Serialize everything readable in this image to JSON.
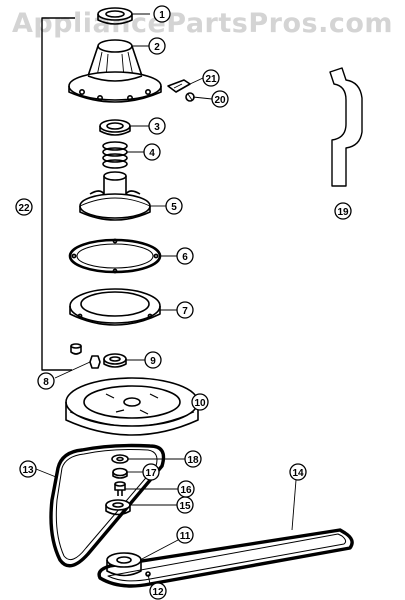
{
  "watermark": "AppliancePartsPros.com",
  "callouts": [
    {
      "id": "c1",
      "label": "1"
    },
    {
      "id": "c2",
      "label": "2"
    },
    {
      "id": "c3",
      "label": "3"
    },
    {
      "id": "c4",
      "label": "4"
    },
    {
      "id": "c5",
      "label": "5"
    },
    {
      "id": "c6",
      "label": "6"
    },
    {
      "id": "c7",
      "label": "7"
    },
    {
      "id": "c8",
      "label": "8"
    },
    {
      "id": "c9",
      "label": "9"
    },
    {
      "id": "c10",
      "label": "10"
    },
    {
      "id": "c11",
      "label": "11"
    },
    {
      "id": "c12",
      "label": "12"
    },
    {
      "id": "c13",
      "label": "13"
    },
    {
      "id": "c14",
      "label": "14"
    },
    {
      "id": "c15",
      "label": "15"
    },
    {
      "id": "c16",
      "label": "16"
    },
    {
      "id": "c17",
      "label": "17"
    },
    {
      "id": "c18",
      "label": "18"
    },
    {
      "id": "c19",
      "label": "19"
    },
    {
      "id": "c20",
      "label": "20"
    },
    {
      "id": "c21",
      "label": "21"
    },
    {
      "id": "c22",
      "label": "22"
    }
  ]
}
